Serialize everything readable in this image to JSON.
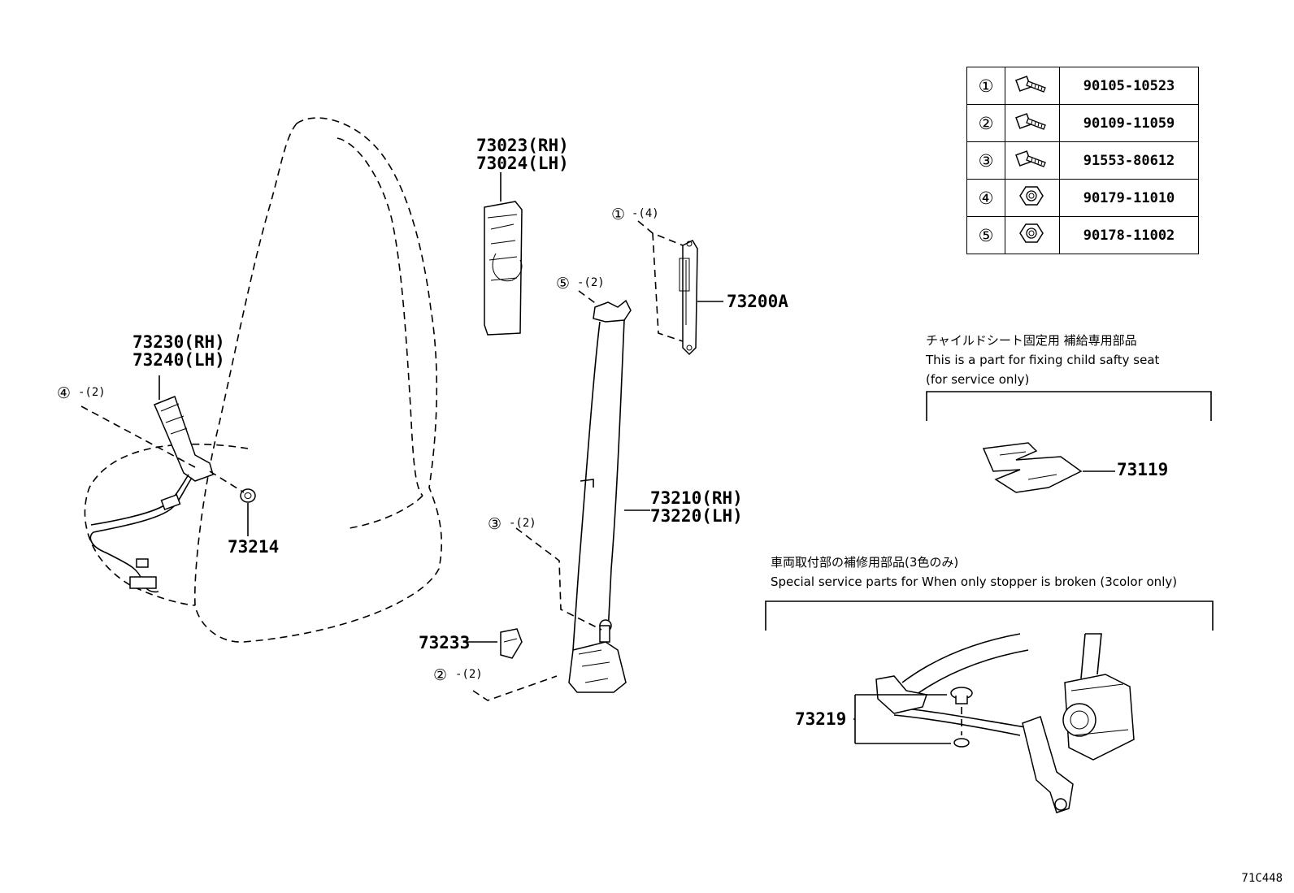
{
  "callouts": {
    "retractor_cover": [
      "73023(RH)",
      "73024(LH)"
    ],
    "anchor": "73200A",
    "buckle": [
      "73230(RH)",
      "73240(LH)"
    ],
    "washer": "73214",
    "belt": [
      "73210(RH)",
      "73220(LH)"
    ],
    "stopper": "73233",
    "child_seat_part": "73119",
    "stopper_kit": "73219"
  },
  "fastener_refs": {
    "anchor_bolt": {
      "num": "①",
      "qty": "-(4)"
    },
    "shoulder_bolt": {
      "num": "⑤",
      "qty": "-(2)"
    },
    "buckle_nut": {
      "num": "④",
      "qty": "-(2)"
    },
    "belt_bolt": {
      "num": "③",
      "qty": "-(2)"
    },
    "retractor_bolt": {
      "num": "②",
      "qty": "-(2)"
    }
  },
  "fastener_table": [
    {
      "num": "①",
      "icon": "bolt-icon",
      "part": "90105-10523"
    },
    {
      "num": "②",
      "icon": "bolt-icon",
      "part": "90109-11059"
    },
    {
      "num": "③",
      "icon": "bolt-icon",
      "part": "91553-80612"
    },
    {
      "num": "④",
      "icon": "nut-icon",
      "part": "90179-11010"
    },
    {
      "num": "⑤",
      "icon": "nut-icon",
      "part": "90178-11002"
    }
  ],
  "notes": {
    "child_seat_jp": "チャイルドシート固定用 補給専用部品",
    "child_seat_en1": "This is a part for fixing child safty seat",
    "child_seat_en2": "(for service only)",
    "stopper_jp": "車両取付部の補修用部品(3色のみ)",
    "stopper_en": "Special service parts for When only stopper is broken (3color only)"
  },
  "diagram_code": "71C448"
}
